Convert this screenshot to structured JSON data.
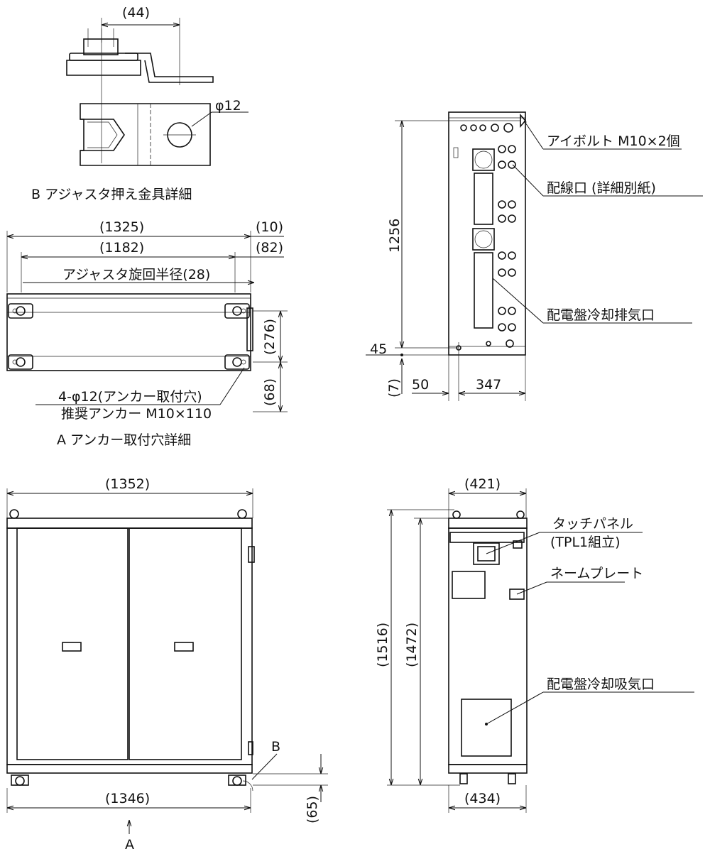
{
  "detail_b": {
    "dim_44": "(44)",
    "phi12": "φ12",
    "title": "B アジャスタ押え金具詳細"
  },
  "detail_a": {
    "dim_1325": "(1325)",
    "dim_10": "(10)",
    "dim_1182": "(1182)",
    "dim_82": "(82)",
    "adjuster_radius": "アジャスタ旋回半径(28)",
    "dim_276": "(276)",
    "dim_68": "(68)",
    "anchor_hole": "4-φ12(アンカー取付穴)",
    "anchor_rec": "推奨アンカー M10×110",
    "title": "A アンカー取付穴詳細"
  },
  "side_view": {
    "dim_1256": "1256",
    "dim_45": "45",
    "dim_7": "(7)",
    "dim_50": "50",
    "dim_347": "347",
    "eyebolt": "アイボルト M10×2個",
    "wiring": "配線口 (詳細別紙)",
    "exhaust": "配電盤冷却排気口"
  },
  "front_view": {
    "dim_1352": "(1352)",
    "dim_1346": "(1346)",
    "dim_65": "(65)",
    "b_mark": "B",
    "a_mark": "A"
  },
  "right_view": {
    "dim_421": "(421)",
    "dim_434": "(434)",
    "dim_1516": "(1516)",
    "dim_1472": "(1472)",
    "touch_panel_1": "タッチパネル",
    "touch_panel_2": "(TPL1組立)",
    "nameplate": "ネームプレート",
    "intake": "配電盤冷却吸気口"
  }
}
